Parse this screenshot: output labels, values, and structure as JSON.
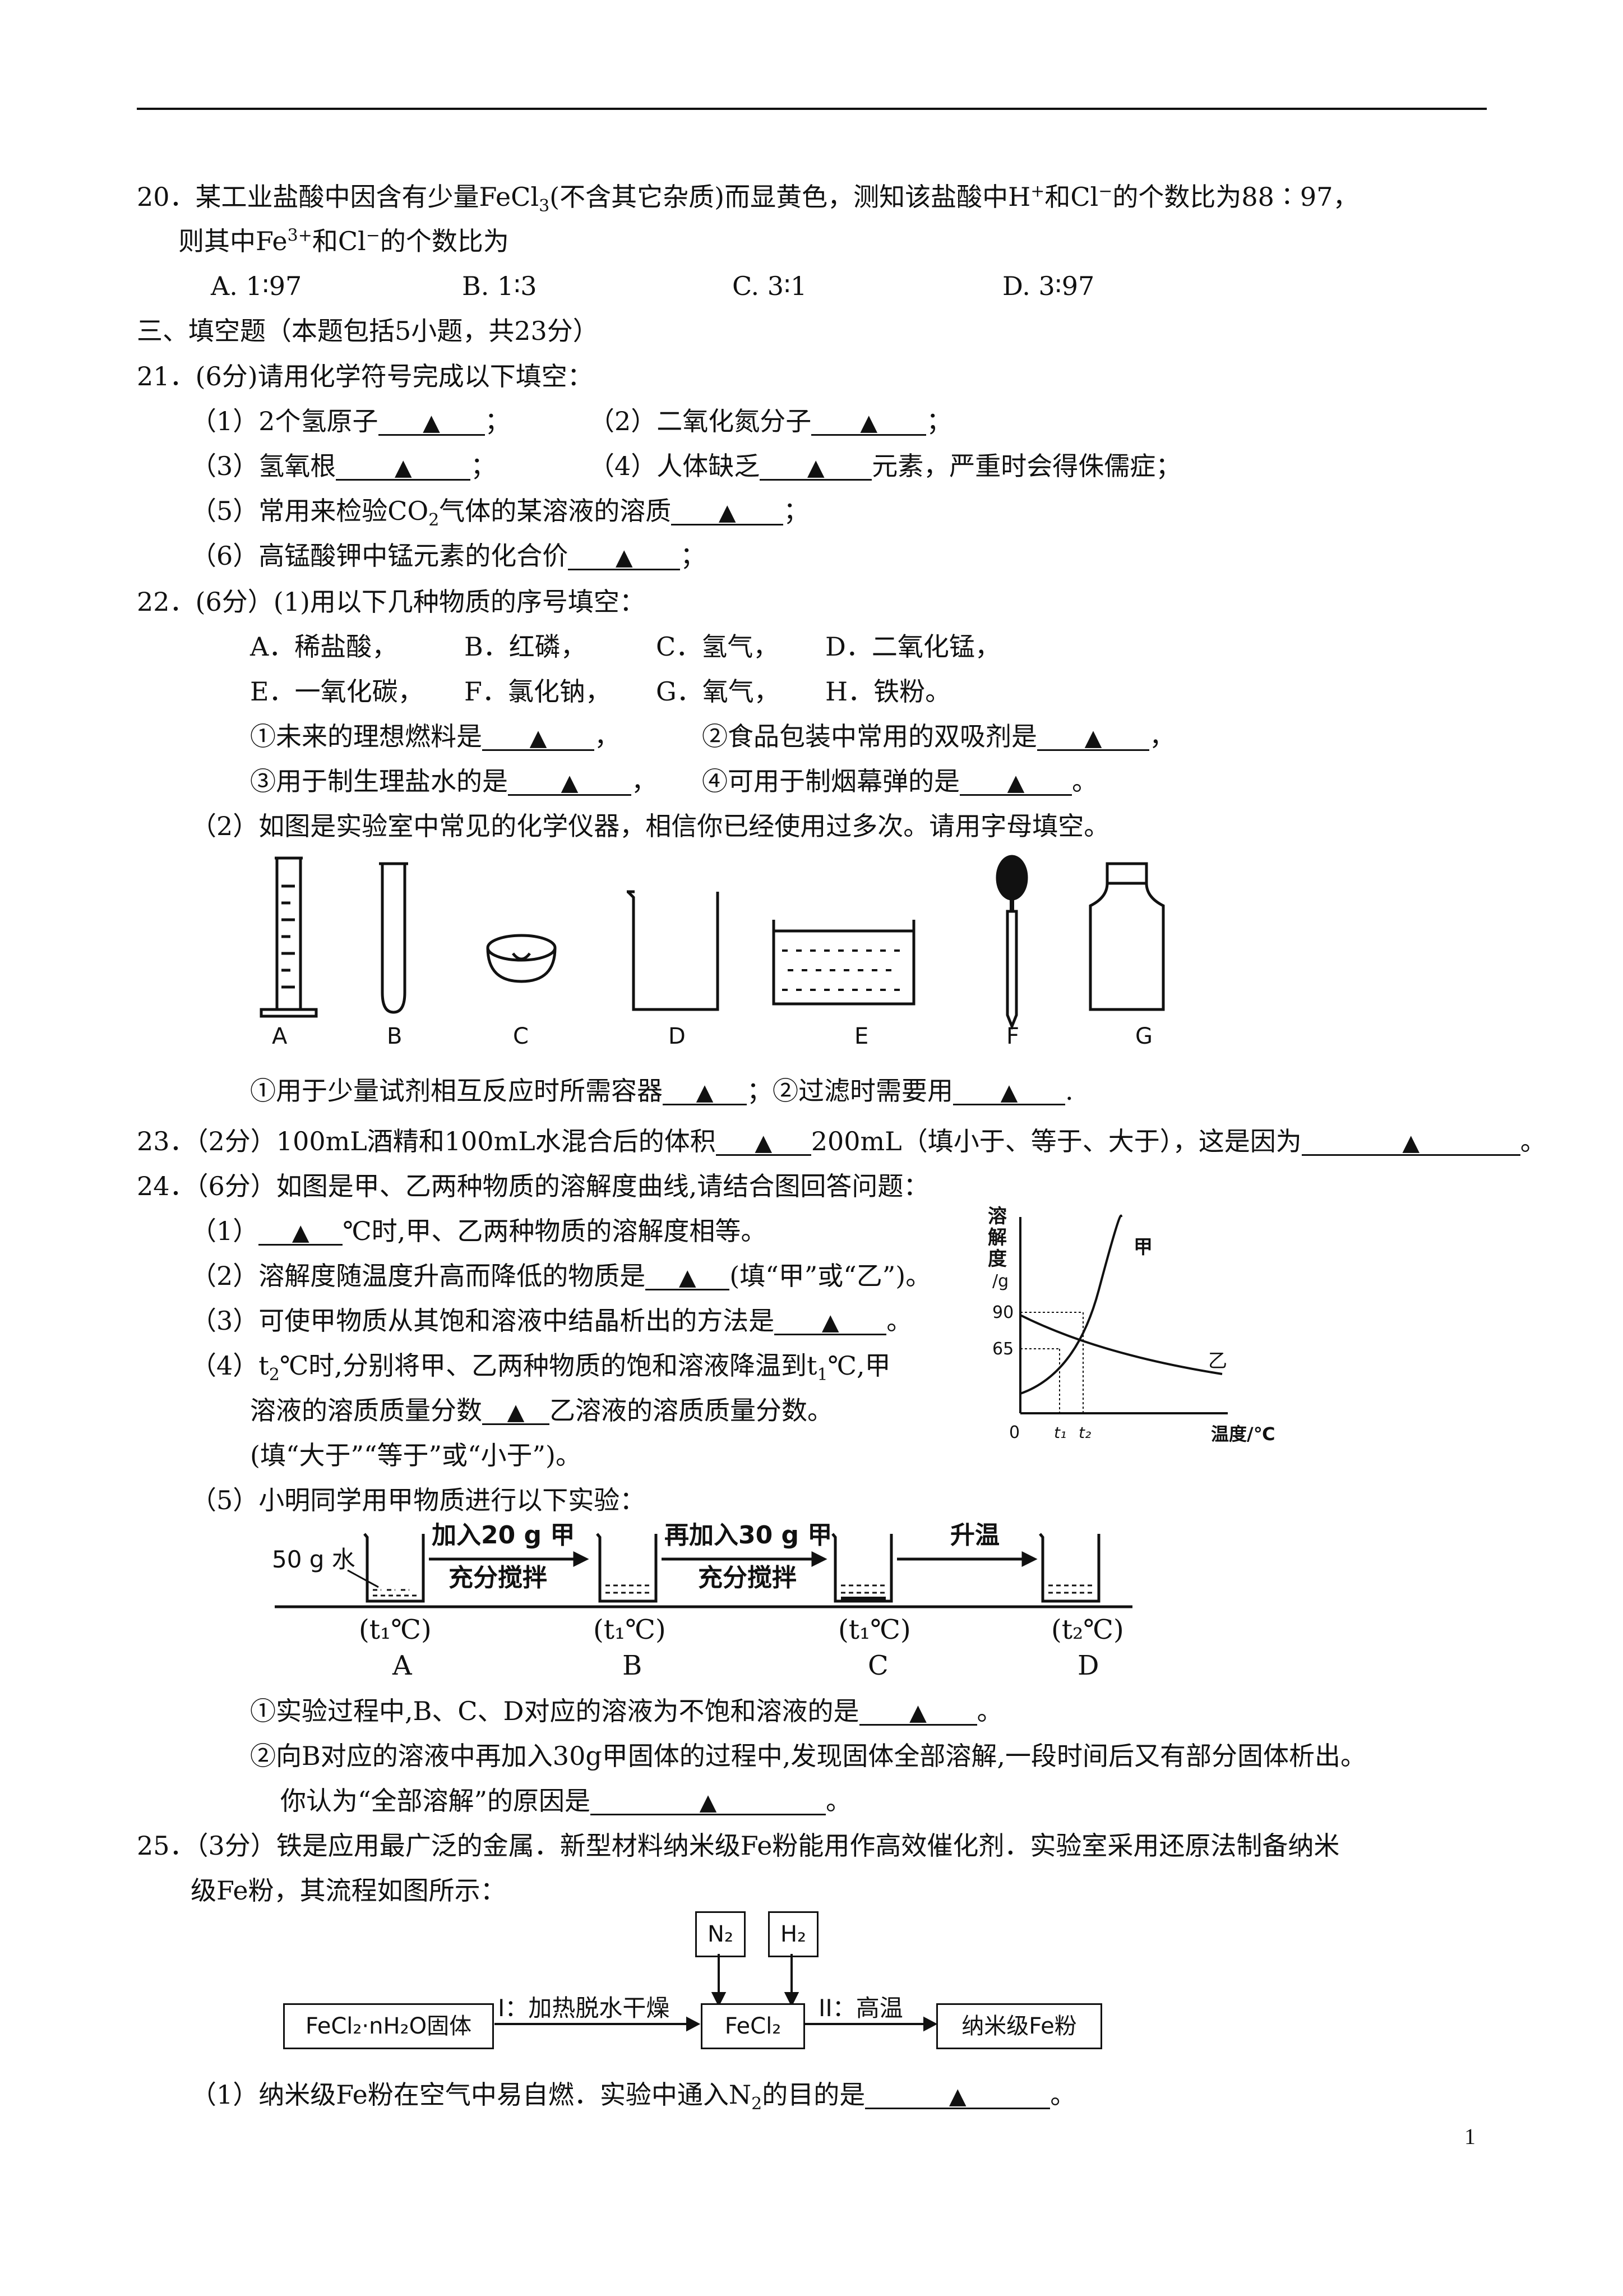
{
  "q20": {
    "line1": "20．某工业盐酸中因含有少量FeCl",
    "line1_sub": "3",
    "line1_rest": "(不含其它杂质)而显黄色，测知该盐酸中H",
    "line1_sup": "+",
    "line1_rest2": "和Cl",
    "line1_sup2": "−",
    "line1_rest3": "的个数比为88∶97，",
    "line2a": "则其中Fe",
    "line2_sup": "3+",
    "line2b": "和Cl",
    "line2_sup2": "−",
    "line2c": "的个数比为",
    "options": [
      "A. 1∶97",
      "B.  1∶3",
      "C.  3∶1",
      "D. 3∶97"
    ]
  },
  "section3": "三、填空题（本题包括5小题，共23分）",
  "q21": {
    "stem": "21．(6分)请用化学符号完成以下填空：",
    "p1": "（1）2个氢原子",
    "p2": "（2）二氧化氮分子",
    "p3": "（3）氢氧根",
    "p4a": "（4）人体缺乏",
    "p4b": "元素，严重时会得侏儒症；",
    "p5a": "（5）常用来检验CO",
    "p5sub": "2",
    "p5b": "气体的某溶液的溶质",
    "p6": "（6）高锰酸钾中锰元素的化合价",
    "semi": "；",
    "mark": "▲"
  },
  "q22": {
    "stem": "22．(6分）(1)用以下几种物质的序号填空：",
    "row1": [
      "A．稀盐酸，",
      "B．红磷，",
      "C．氢气，",
      "D．二氧化锰，"
    ],
    "row2": [
      "E．一氧化碳，",
      "F．氯化钠，",
      "G．氧气，",
      "H．铁粉。"
    ],
    "s1": "①未来的理想燃料是",
    "s2": "②食品包装中常用的双吸剂是",
    "s3": "③用于制生理盐水的是",
    "s4": "④可用于制烟幕弹的是",
    "comma": "，",
    "period": "。",
    "p2": "（2）如图是实验室中常见的化学仪器，相信你已经使用过多次。请用字母填空。",
    "labels": [
      "A",
      "B",
      "C",
      "D",
      "E",
      "F",
      "G"
    ],
    "s5": "①用于少量试剂相互反应时所需容器",
    "s6": "；②过滤时需要用",
    "dot": "."
  },
  "q23": {
    "a": "23．（2分）100mL酒精和100mL水混合后的体积",
    "b": "200mL（填小于、等于、大于），这是因为",
    "c": "。"
  },
  "q24": {
    "stem": "24．（6分）如图是甲、乙两种物质的溶解度曲线,请结合图回答问题：",
    "p1a": "（1）",
    "p1b": "℃时,甲、乙两种物质的溶解度相等。",
    "p2a": "（2）溶解度随温度升高而降低的物质是",
    "p2b": "(填“甲”或“乙”)。",
    "p3a": "（3）可使甲物质从其饱和溶液中结晶析出的方法是",
    "p3b": "。",
    "p4a": "（4）t",
    "p4sub1": "2",
    "p4b": "℃时,分别将甲、乙两种物质的饱和溶液降温到t",
    "p4sub2": "1",
    "p4c": "℃,甲",
    "p4d": "溶液的溶质质量分数",
    "p4e": "乙溶液的溶质质量分数。",
    "p4f": "(填“大于”“等于”或“小于”)。",
    "p5": "（5）小明同学用甲物质进行以下实验：",
    "exp": {
      "water": "50 g 水",
      "arrow1_top": "加入20 g 甲",
      "arrow1_bot": "充分搅拌",
      "arrow2_top": "再加入30 g 甲",
      "arrow2_bot": "充分搅拌",
      "arrow3_top": "升温",
      "temps": [
        "(t₁℃)",
        "(t₁℃)",
        "(t₁℃)",
        "(t₂℃)"
      ],
      "labels": [
        "A",
        "B",
        "C",
        "D"
      ]
    },
    "s1a": "①实验过程中,B、C、D对应的溶液为不饱和溶液的是",
    "s1b": "。",
    "s2": "②向B对应的溶液中再加入30g甲固体的过程中,发现固体全部溶解,一段时间后又有部分固体析出。",
    "s3a": "你认为“全部溶解”的原因是",
    "s3b": "。"
  },
  "chart_data": {
    "type": "line",
    "ylabel": "溶解度/g",
    "xlabel": "温度/℃",
    "origin": "0",
    "yticks": [
      "65",
      "90"
    ],
    "xticks": [
      "t₁",
      "t₂"
    ],
    "series": [
      {
        "name": "甲",
        "shape": "rising"
      },
      {
        "name": "乙",
        "shape": "falling"
      }
    ]
  },
  "q25": {
    "a": "25．（3分）铁是应用最广泛的金属．新型材料纳米级Fe粉能用作高效催化剂．实验室采用还原法制备纳米",
    "b": "级Fe粉，其流程如图所示：",
    "flow": {
      "box1": "FeCl₂·nH₂O固体",
      "step1": "I：加热脱水干燥",
      "box2": "FeCl₂",
      "step2": "II：高温",
      "box3": "纳米级Fe粉",
      "gas1": "N₂",
      "gas2": "H₂"
    },
    "p1a": "（1）纳米级Fe粉在空气中易自燃．实验中通入N",
    "p1sub": "2",
    "p1b": "的目的是",
    "p1c": "。"
  },
  "page_number": "1"
}
